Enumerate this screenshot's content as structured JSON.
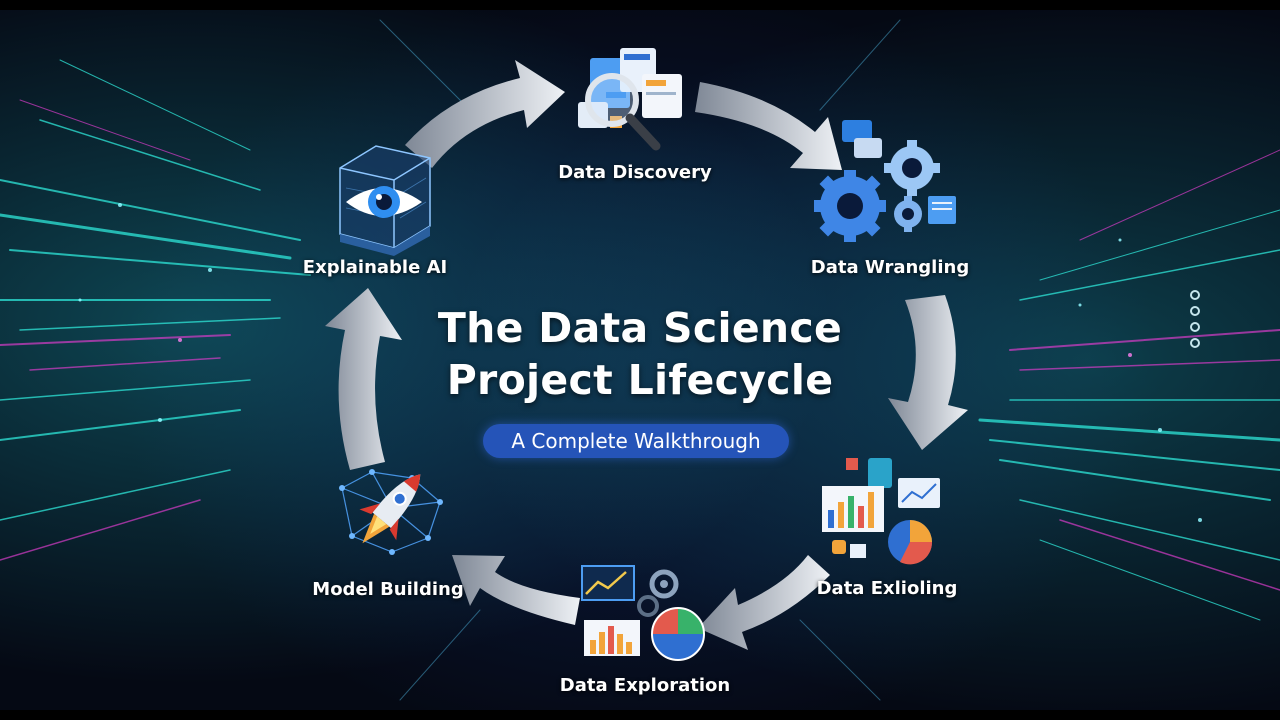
{
  "title_line1": "The Data Science",
  "title_line2": "Project Lifecycle",
  "subtitle": "A Complete Walkthrough",
  "stages": [
    {
      "label": "Data Discovery",
      "icon": "magnifier-documents-icon"
    },
    {
      "label": "Data Wrangling",
      "icon": "gears-icon"
    },
    {
      "label": "Data Exlioling",
      "icon": "charts-dashboard-icon"
    },
    {
      "label": "Data Exploration",
      "icon": "charts-gear-icon"
    },
    {
      "label": "Model Building",
      "icon": "rocket-network-icon"
    },
    {
      "label": "Explainable AI",
      "icon": "eye-cube-icon"
    }
  ],
  "colors": {
    "background": "#08122a",
    "badge": "#2554b8",
    "arrow": "#d8dde4",
    "accent_cyan": "#2ee6d8",
    "accent_magenta": "#d63cc8"
  }
}
